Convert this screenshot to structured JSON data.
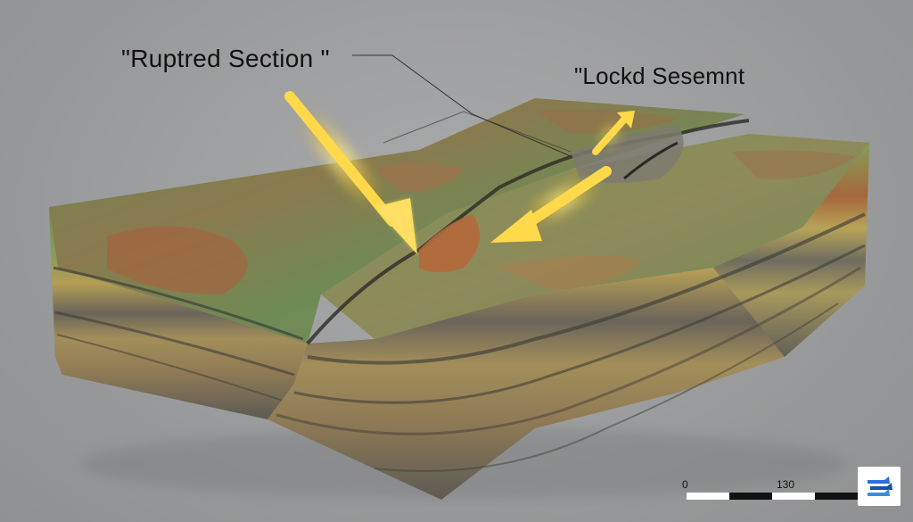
{
  "labels": {
    "ruptured_section": "\"Ruptred Section \"",
    "locked_segment": "\"Lockd Sesemnt"
  },
  "scale_bar": {
    "start": "0",
    "end": "130"
  },
  "colors": {
    "background": "#9b9c9d",
    "surface_green": "#6f8a4e",
    "surface_rust": "#a8603a",
    "layer_yellow": "#b29a4d",
    "layer_dark": "#5d5d55",
    "arrow_glow": "#ffd83a",
    "logo_blue": "#2a6fd6"
  },
  "logo": {
    "icon": "stylized-arrows-logo"
  }
}
